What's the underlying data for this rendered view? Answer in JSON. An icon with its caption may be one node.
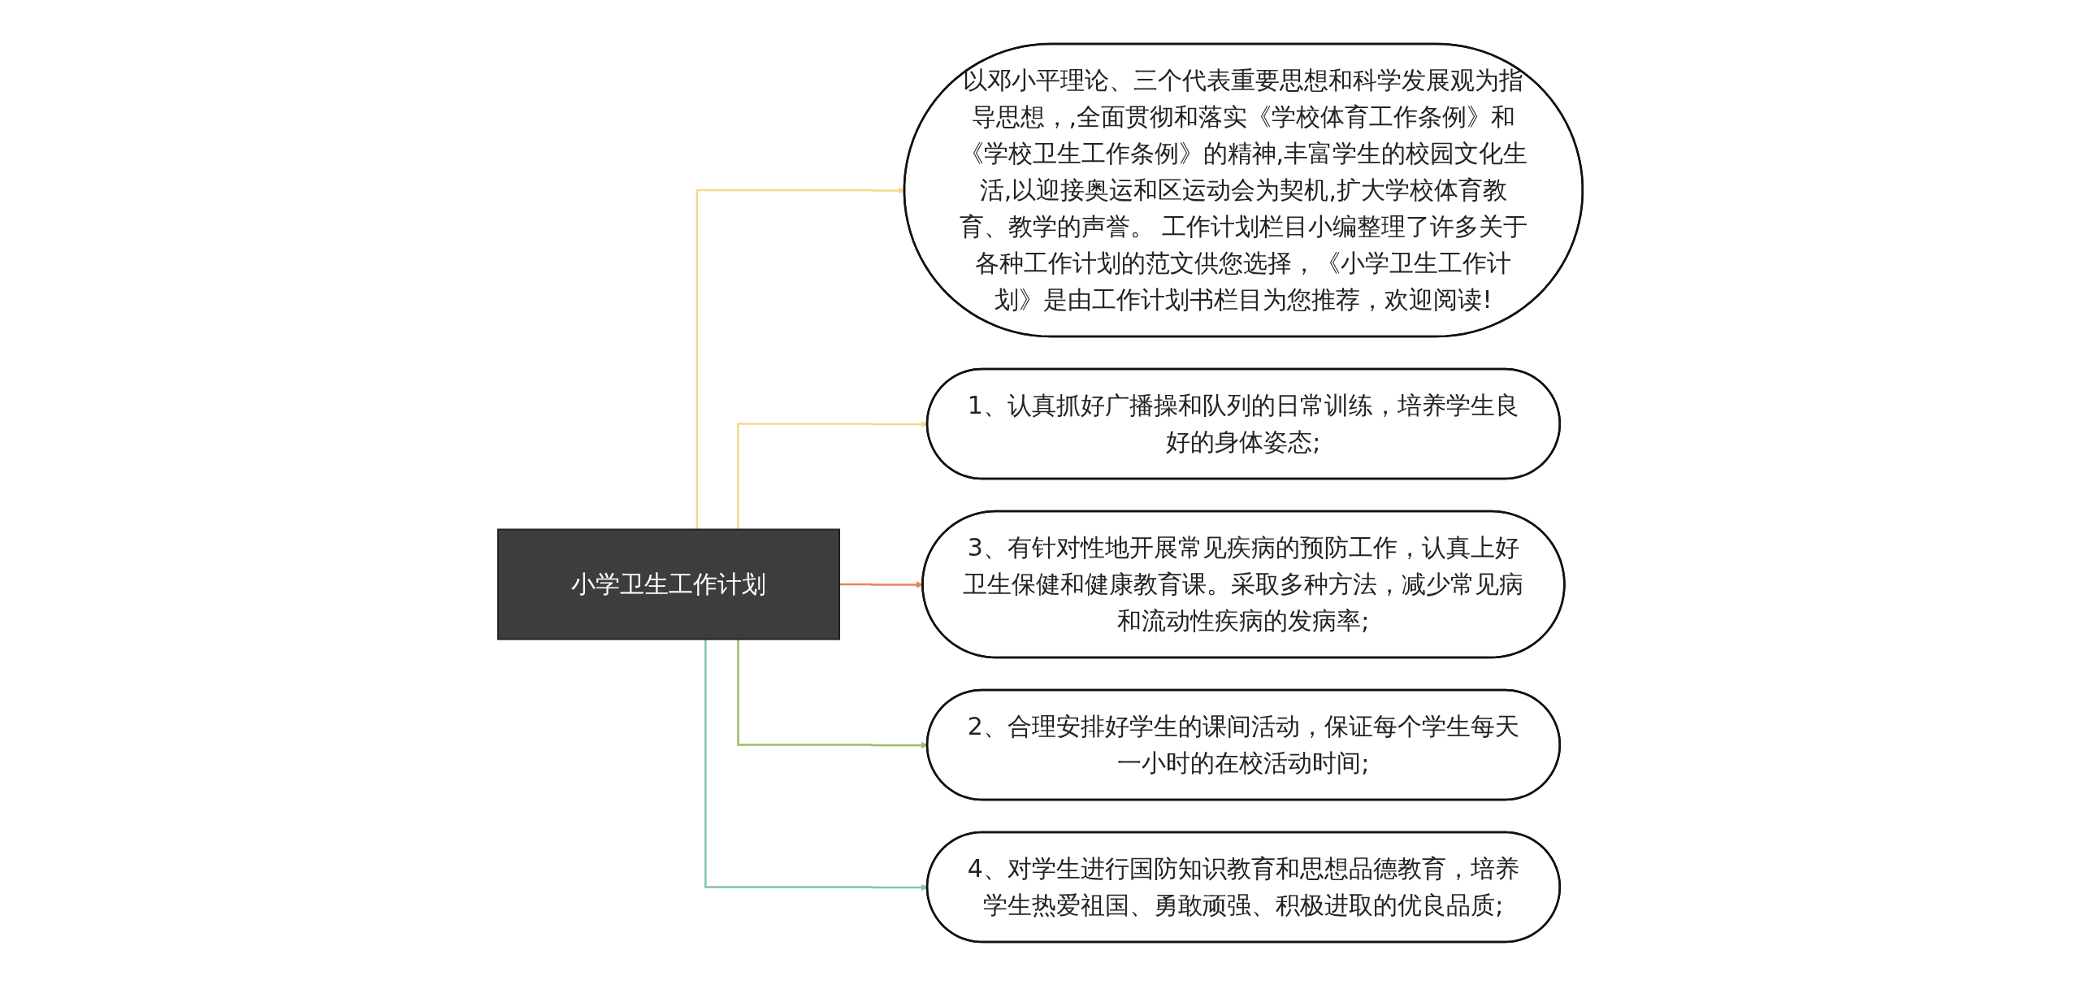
{
  "diagram": {
    "nodes": [
      {
        "text": [
          "小学卫生工作计划"
        ]
      },
      {
        "text": [
          "以邓小平理论、三个代表重要思想和科学发展观为指导思想，,全面贯彻和落实《学校体育工作条例》和《学校卫生工作条例》的精神,丰富学生的校园文化生活,以迎接奥运和区运动会为契机,扩大学校体育教育、教学的声誉。 工作计划栏目小编整理了许多关于各种工作计划的范文供您选择，《小学卫生工作计划》是由工作计划书栏目为您推荐，欢迎阅读!"
        ]
      },
      {
        "text": [
          "1、认真抓好广播操和队列的日常训练，培养学生良好的身体姿态;"
        ]
      },
      {
        "text": [
          "3、有针对性地开展常见疾病的预防工作，认真上好卫生保健和健康教育课。采取多种方法，减少常见病和流动性疾病的发病率;"
        ]
      },
      {
        "text": [
          "2、合理安排好学生的课间活动，保证每个学生每天一小时的在校活动时间;"
        ]
      },
      {
        "text": [
          "4、对学生进行国防知识教育和思想品德教育，培养学生热爱祖国、勇敢顽强、积极进取的优良品质;"
        ]
      }
    ],
    "edges": [
      {
        "from": 0,
        "to": 1,
        "arrow": "to",
        "color": "#f5d98b"
      },
      {
        "from": 0,
        "to": 2,
        "arrow": "to",
        "color": "#f5d98b"
      },
      {
        "from": 0,
        "to": 3,
        "arrow": "to",
        "color": "#e8825f"
      },
      {
        "from": 0,
        "to": 4,
        "arrow": "to",
        "color": "#9bbb6a"
      },
      {
        "from": 0,
        "to": 5,
        "arrow": "to",
        "color": "#7fc4b8"
      }
    ]
  }
}
